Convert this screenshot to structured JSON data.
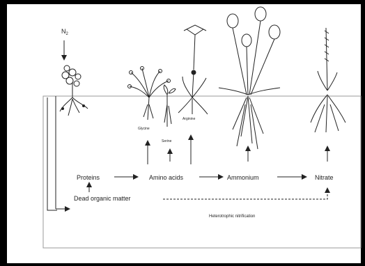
{
  "colors": {
    "frame_bg": "#000000",
    "paper": "#ffffff",
    "ink": "#222222"
  },
  "labels": {
    "n2": "N",
    "n2_sub": "2",
    "proteins": "Proteins",
    "amino_acids": "Amino acids",
    "ammonium": "Ammonium",
    "nitrate": "Nitrate",
    "dead_organic_matter": "Dead organic matter",
    "heterotrophic_nitrification": "Heterotrophic nitrification",
    "species_1": "Glycine",
    "species_2": "Serine",
    "species_3": "Arginine"
  },
  "icons": [
    "plant-cluster-icon",
    "root-system-icon",
    "arrow-icon"
  ]
}
